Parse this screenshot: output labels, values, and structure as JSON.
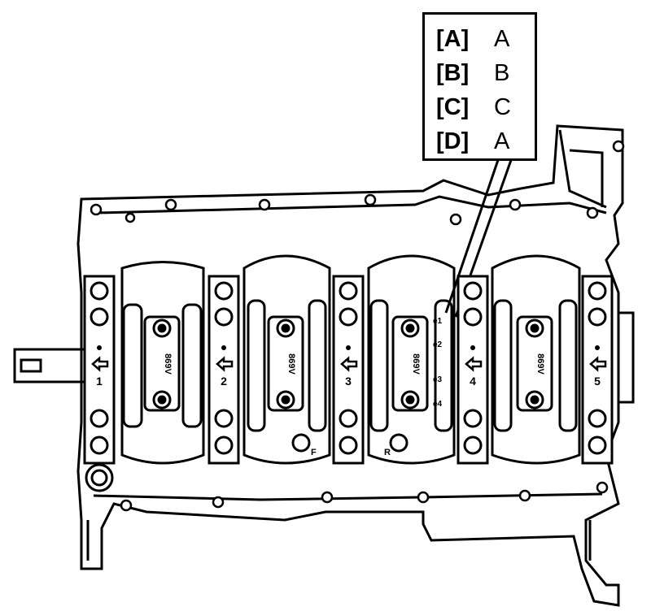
{
  "legend": {
    "rows": [
      {
        "key": "[A]",
        "value": "A"
      },
      {
        "key": "[B]",
        "value": "B"
      },
      {
        "key": "[C]",
        "value": "C"
      },
      {
        "key": "[D]",
        "value": "A"
      }
    ]
  },
  "bearing_caps": [
    {
      "number": "1"
    },
    {
      "number": "2"
    },
    {
      "number": "3"
    },
    {
      "number": "4"
    },
    {
      "number": "5"
    }
  ],
  "rod_cap_marking": "869V",
  "bore_marks": [
    "e1",
    "e2",
    "e3",
    "e4"
  ],
  "block_letters": {
    "front": "F",
    "rear": "R"
  },
  "colors": {
    "ink": "#000000",
    "paper": "#ffffff"
  }
}
